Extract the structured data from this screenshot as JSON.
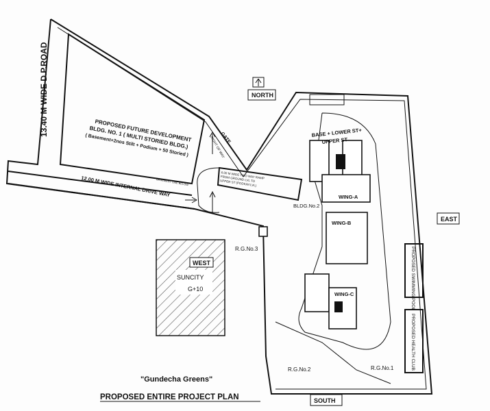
{
  "road_label": "13.40 M WIDE D.P.ROAD",
  "north_label": "NORTH",
  "future_dev": {
    "line1": "PROPOSED FUTURE DEVELOPMENT",
    "line2": "BLDG. NO. 1 ( MULTI STORIED BLDG.)",
    "line3": "( Basement+2nos Stilt + Podium + 50 Storied )"
  },
  "gate_label": "GATE",
  "right_of_way_label": "RIGHT OF WAY",
  "basement_line_label": "BASEMENT LINE BELOW",
  "drive_way_label": "12.00 M WIDE INTERNAL DRIVE WAY",
  "ramp_label": {
    "line1": "6.00 M WIDE TWO WAY RAMP",
    "line2": "FROM GROUND LVL TO",
    "line3": "UPPER ST (PODIUM LVL)"
  },
  "levels_label": {
    "line1": "BASE + LOWER ST+",
    "line2": "UPPER ST"
  },
  "wings": [
    "WING-A",
    "WING-B",
    "WING-C"
  ],
  "bldg2_label": "BLDG.No.2",
  "east_label": "EAST",
  "west_label": "WEST",
  "south_label": "SOUTH",
  "swimming_pool_label": "PROPOSED SWIMMING POOL",
  "health_club_label": "PROPOSED HEALTH CLUB",
  "rg_labels": [
    "R.G.No.3",
    "R.G.No.2",
    "R.G.No.1"
  ],
  "suncity": {
    "name": "SUNCITY",
    "floors": "G+10"
  },
  "project_name": "\"Gundecha Greens\"",
  "plan_title": "PROPOSED ENTIRE PROJECT PLAN"
}
